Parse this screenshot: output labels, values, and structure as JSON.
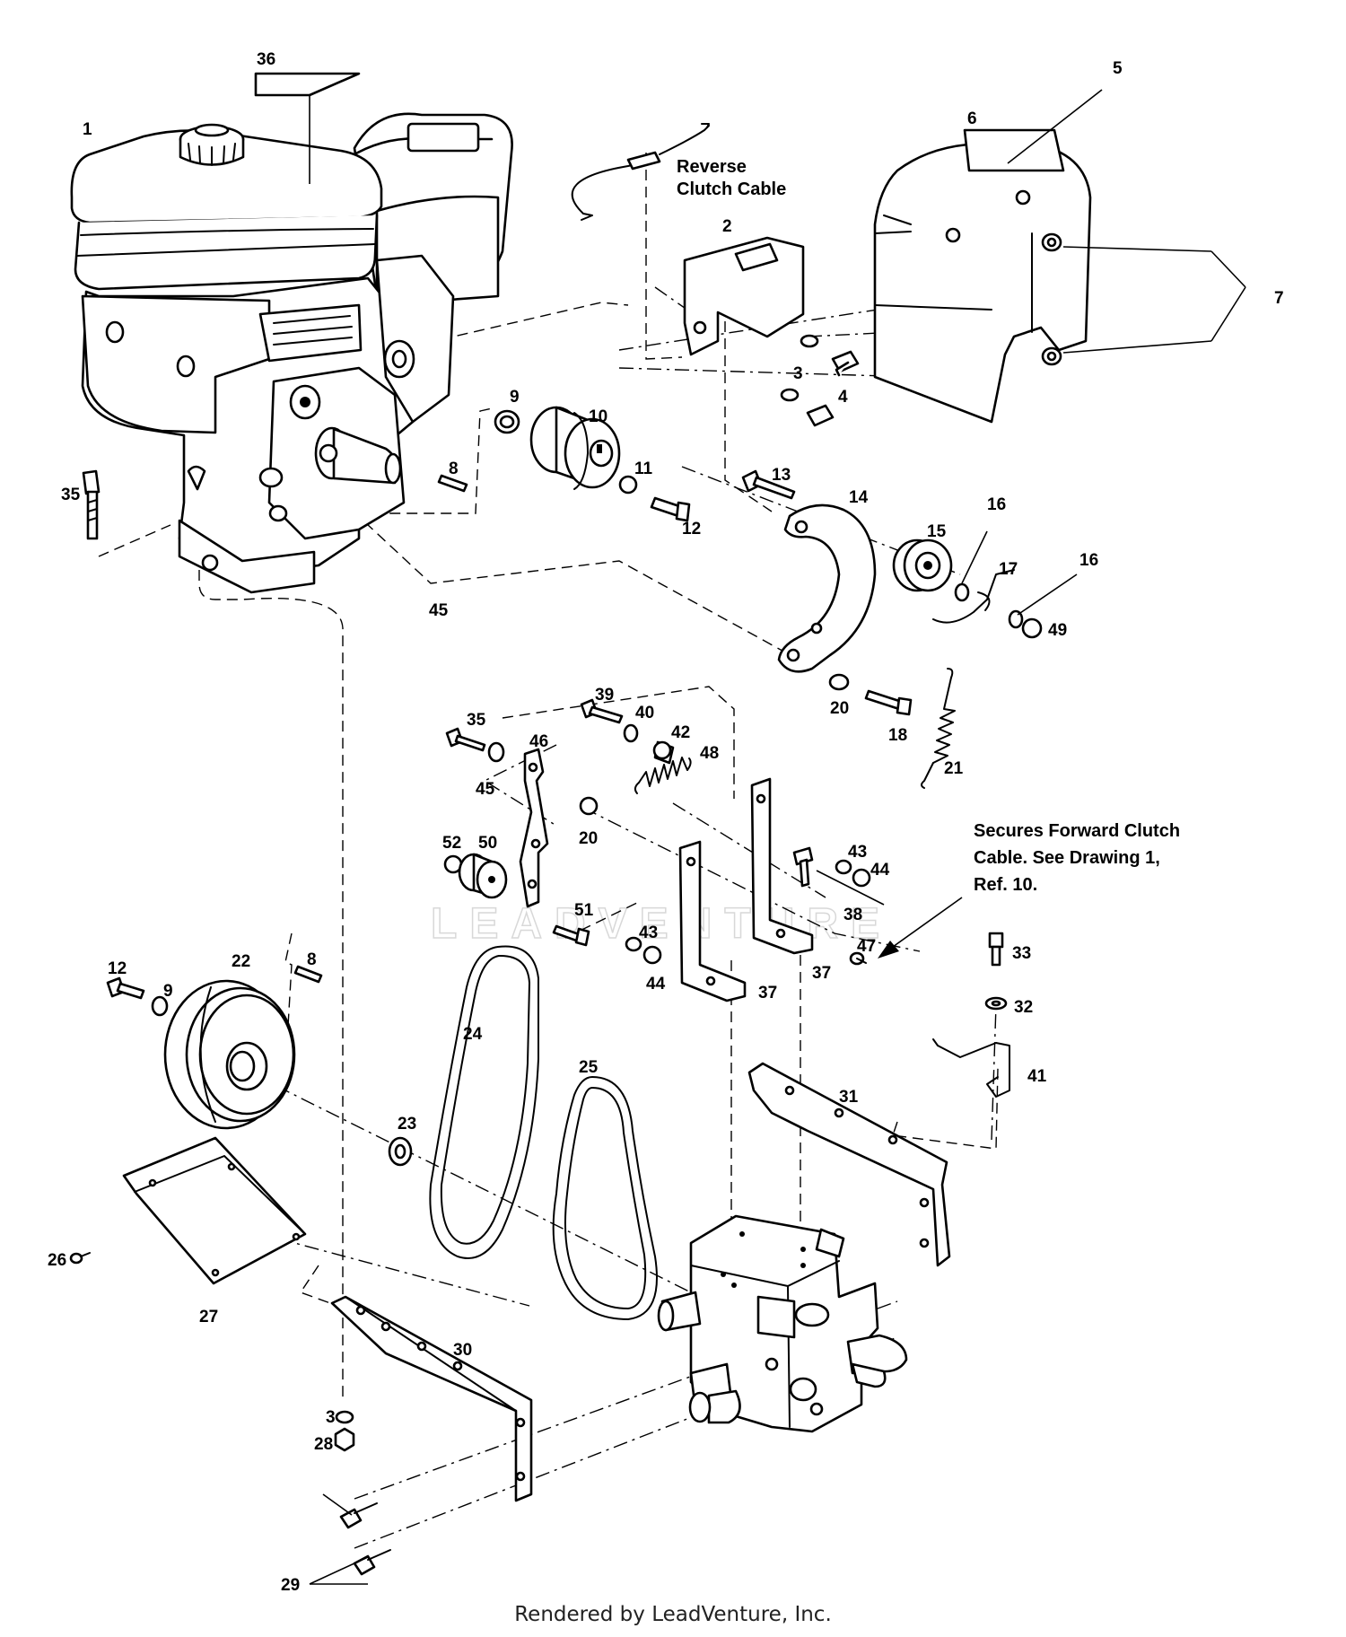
{
  "notes": {
    "reverse_cable": [
      "Reverse",
      "Clutch Cable"
    ],
    "forward_cable": [
      "Secures Forward Clutch",
      "Cable.  See Drawing 1,",
      "Ref. 10."
    ]
  },
  "watermark": "LEADVENTURE",
  "footer": "Rendered by LeadVenture, Inc.",
  "callouts": [
    {
      "id": "c36",
      "text": "36"
    },
    {
      "id": "c1",
      "text": "1"
    },
    {
      "id": "c5",
      "text": "5"
    },
    {
      "id": "c6",
      "text": "6"
    },
    {
      "id": "c2",
      "text": "2"
    },
    {
      "id": "c7",
      "text": "7"
    },
    {
      "id": "c3a",
      "text": "3"
    },
    {
      "id": "c4",
      "text": "4"
    },
    {
      "id": "c9a",
      "text": "9"
    },
    {
      "id": "c10",
      "text": "10"
    },
    {
      "id": "c11",
      "text": "11"
    },
    {
      "id": "c12a",
      "text": "12"
    },
    {
      "id": "c8a",
      "text": "8"
    },
    {
      "id": "c35a",
      "text": "35"
    },
    {
      "id": "c13",
      "text": "13"
    },
    {
      "id": "c14",
      "text": "14"
    },
    {
      "id": "c15",
      "text": "15"
    },
    {
      "id": "c16a",
      "text": "16"
    },
    {
      "id": "c17",
      "text": "17"
    },
    {
      "id": "c16b",
      "text": "16"
    },
    {
      "id": "c49",
      "text": "49"
    },
    {
      "id": "c45a",
      "text": "45"
    },
    {
      "id": "c20a",
      "text": "20"
    },
    {
      "id": "c18",
      "text": "18"
    },
    {
      "id": "c21",
      "text": "21"
    },
    {
      "id": "c39",
      "text": "39"
    },
    {
      "id": "c40",
      "text": "40"
    },
    {
      "id": "c42",
      "text": "42"
    },
    {
      "id": "c48",
      "text": "48"
    },
    {
      "id": "c35b",
      "text": "35"
    },
    {
      "id": "c46",
      "text": "46"
    },
    {
      "id": "c45b",
      "text": "45"
    },
    {
      "id": "c20b",
      "text": "20"
    },
    {
      "id": "c52",
      "text": "52"
    },
    {
      "id": "c50",
      "text": "50"
    },
    {
      "id": "c51",
      "text": "51"
    },
    {
      "id": "c43a",
      "text": "43"
    },
    {
      "id": "c44a",
      "text": "44"
    },
    {
      "id": "c38",
      "text": "38"
    },
    {
      "id": "c47",
      "text": "47"
    },
    {
      "id": "c43b",
      "text": "43"
    },
    {
      "id": "c44b",
      "text": "44"
    },
    {
      "id": "c37a",
      "text": "37"
    },
    {
      "id": "c37b",
      "text": "37"
    },
    {
      "id": "c33",
      "text": "33"
    },
    {
      "id": "c32",
      "text": "32"
    },
    {
      "id": "c41",
      "text": "41"
    },
    {
      "id": "c12b",
      "text": "12"
    },
    {
      "id": "c9b",
      "text": "9"
    },
    {
      "id": "c22",
      "text": "22"
    },
    {
      "id": "c8b",
      "text": "8"
    },
    {
      "id": "c24",
      "text": "24"
    },
    {
      "id": "c25",
      "text": "25"
    },
    {
      "id": "c31",
      "text": "31"
    },
    {
      "id": "c23",
      "text": "23"
    },
    {
      "id": "c26",
      "text": "26"
    },
    {
      "id": "c27",
      "text": "27"
    },
    {
      "id": "c30",
      "text": "30"
    },
    {
      "id": "c3b",
      "text": "3"
    },
    {
      "id": "c28",
      "text": "28"
    },
    {
      "id": "c29",
      "text": "29"
    }
  ]
}
